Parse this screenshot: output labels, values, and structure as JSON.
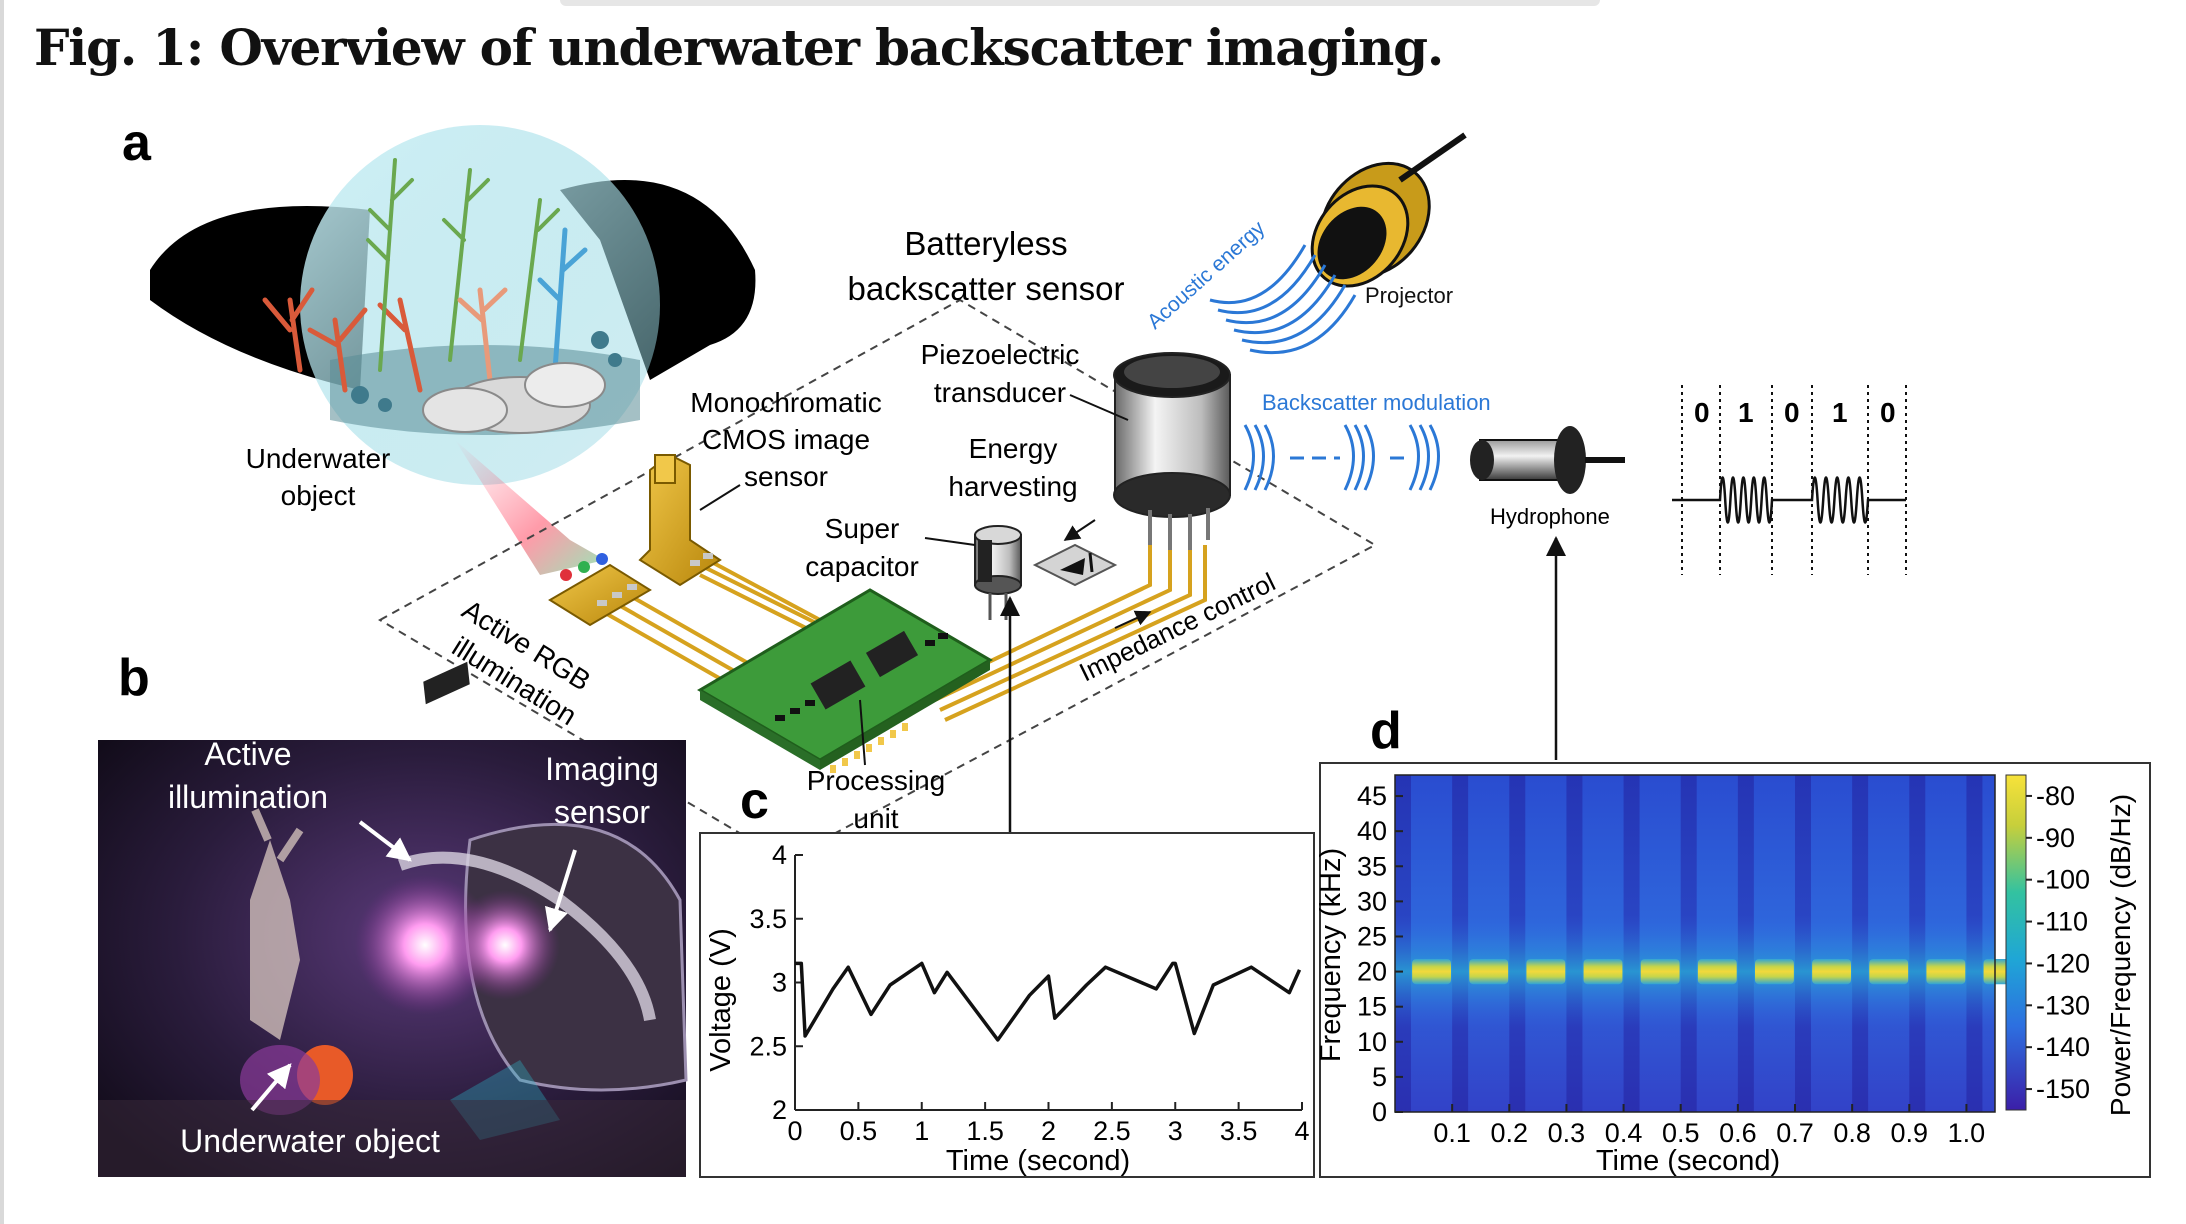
{
  "figure": {
    "title": "Fig. 1: Overview of underwater backscatter imaging.",
    "panels": {
      "a": "a",
      "b": "b",
      "c": "c",
      "d": "d"
    }
  },
  "panel_a": {
    "underwater_object": [
      "Underwater",
      "object"
    ],
    "sensor_title": [
      "Batteryless",
      "backscatter sensor"
    ],
    "piezo": [
      "Piezoelectric",
      "transducer"
    ],
    "mono": [
      "Monochromatic",
      "CMOS image",
      "sensor"
    ],
    "energy": [
      "Energy",
      "harvesting"
    ],
    "supercap": [
      "Super",
      "capacitor"
    ],
    "active_rgb": [
      "Active RGB",
      "illumination"
    ],
    "impedance": "Impedance control",
    "processing": [
      "Processing",
      "unit"
    ],
    "acoustic": "Acoustic energy",
    "projector": "Projector",
    "backscatter_mod": "Backscatter modulation",
    "hydrophone": "Hydrophone",
    "bits": [
      "0",
      "1",
      "0",
      "1",
      "0"
    ],
    "colors": {
      "acoustic_blue": "#2b78d6",
      "pcb_green": "#3d9b3a",
      "trace_gold": "#d6a21e"
    }
  },
  "panel_b": {
    "active_illumination": [
      "Active",
      "illumination"
    ],
    "imaging_sensor": [
      "Imaging",
      "sensor"
    ],
    "underwater_object": "Underwater object"
  },
  "chart_data": [
    {
      "type": "line",
      "panel": "c",
      "xlabel": "Time (second)",
      "ylabel": "Voltage (V)",
      "xlim": [
        0,
        4
      ],
      "ylim": [
        2,
        4
      ],
      "xticks": [
        "0",
        "0.5",
        "1",
        "1.5",
        "2",
        "2.5",
        "3",
        "3.5",
        "4"
      ],
      "yticks": [
        "2",
        "2.5",
        "3",
        "3.5",
        "4"
      ],
      "x": [
        0.0,
        0.05,
        0.08,
        0.3,
        0.42,
        0.6,
        0.75,
        1.0,
        1.1,
        1.2,
        1.6,
        1.85,
        2.0,
        2.05,
        2.3,
        2.45,
        2.85,
        2.98,
        3.0,
        3.15,
        3.3,
        3.6,
        3.9,
        3.98
      ],
      "y": [
        3.15,
        3.15,
        2.58,
        2.95,
        3.12,
        2.75,
        2.98,
        3.15,
        2.92,
        3.08,
        2.55,
        2.9,
        3.05,
        2.72,
        2.98,
        3.12,
        2.95,
        3.15,
        3.15,
        2.6,
        2.98,
        3.12,
        2.92,
        3.1
      ]
    },
    {
      "type": "heatmap",
      "panel": "d",
      "xlabel": "Time (second)",
      "ylabel": "Frequency (kHz)",
      "colorbar_label": "Power/Frequency (dB/Hz)",
      "xticks": [
        "0.1",
        "0.2",
        "0.3",
        "0.4",
        "0.5",
        "0.6",
        "0.7",
        "0.8",
        "0.9",
        "1.0"
      ],
      "yticks": [
        "0",
        "5",
        "10",
        "15",
        "20",
        "25",
        "30",
        "35",
        "40",
        "45"
      ],
      "colorbar_ticks": [
        "-80",
        "-90",
        "-100",
        "-110",
        "-120",
        "-130",
        "-140",
        "-150"
      ],
      "xlim": [
        0,
        1.05
      ],
      "ylim": [
        0,
        48
      ],
      "clim": [
        -155,
        -75
      ],
      "carrier_frequency_khz": 20,
      "period_second": 0.1,
      "colors": {
        "low": "#3b2dbd",
        "mid": "#1f9fd9",
        "high": "#f0d23a"
      }
    }
  ]
}
